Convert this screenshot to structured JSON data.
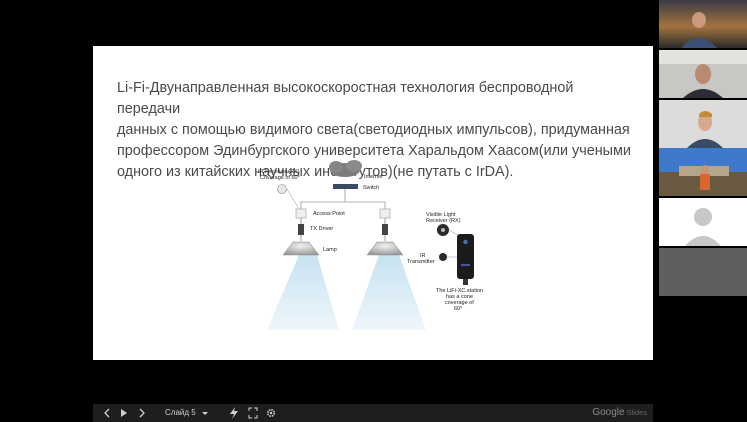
{
  "slide": {
    "text_lines": [
      "Li-Fi-Двунаправленная высокоскоростная технология беспроводной передачи",
      "данных  с помощью видимого света(светодиодных импульсов), придуманная",
      "профессором Эдинбургского университета Харальдом Хаасом(или учеными",
      "одного из китайских научных институтов)(не путать с IrDA)."
    ],
    "diagram": {
      "ir_receiver_line1": "IR Receiver (RX)",
      "ir_receiver_line2": "Coverage of 60°",
      "internet": "Internet",
      "switch": "Switch",
      "access_point": "Access Point",
      "tx_driver": "TX Driver",
      "lamp": "Lamp",
      "visible_light_line1": "Visible Light",
      "visible_light_line2": "Receiver (RX)",
      "ir_transmitter_line1": "IR",
      "ir_transmitter_line2": "Transmitter",
      "station_line1": "The LiFi-XC station",
      "station_line2": "has a cone",
      "station_line3": "coverage of",
      "station_line4": "60°"
    }
  },
  "toolbar": {
    "slide_label": "Слайд 5",
    "brand": "Google",
    "brand_sub": "Slides"
  },
  "colors": {
    "background": "#000000",
    "slide_bg": "#ffffff",
    "toolbar_bg": "#1e1e1e",
    "beam": "#cfe6f3"
  }
}
